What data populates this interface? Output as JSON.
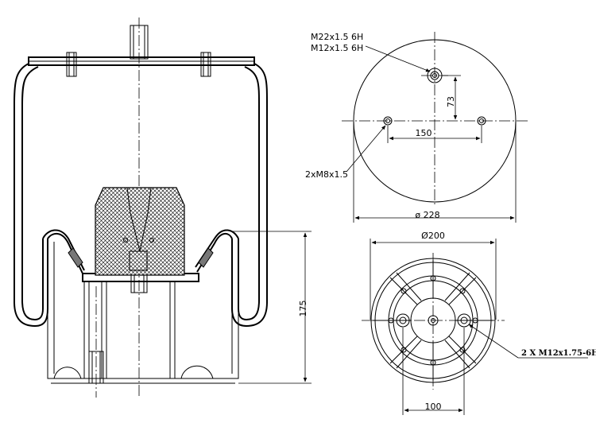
{
  "annotations": {
    "top_port_thread": "M22x1.5 6H",
    "top_port_thread_2": "M12x1.5 6H",
    "top_offset": "73",
    "top_bolt_spacing": "150",
    "top_bolt_thread": "2xM8x1.5",
    "top_plate_diameter": "ø 228",
    "height": "175",
    "bottom_diameter": "Ø200",
    "bottom_bolt_thread": "2 X M12x1.75-6H",
    "bottom_bolt_spacing": "100"
  },
  "colors": {
    "line": "#000000",
    "background": "#ffffff",
    "bellow_fill": "#808080"
  }
}
